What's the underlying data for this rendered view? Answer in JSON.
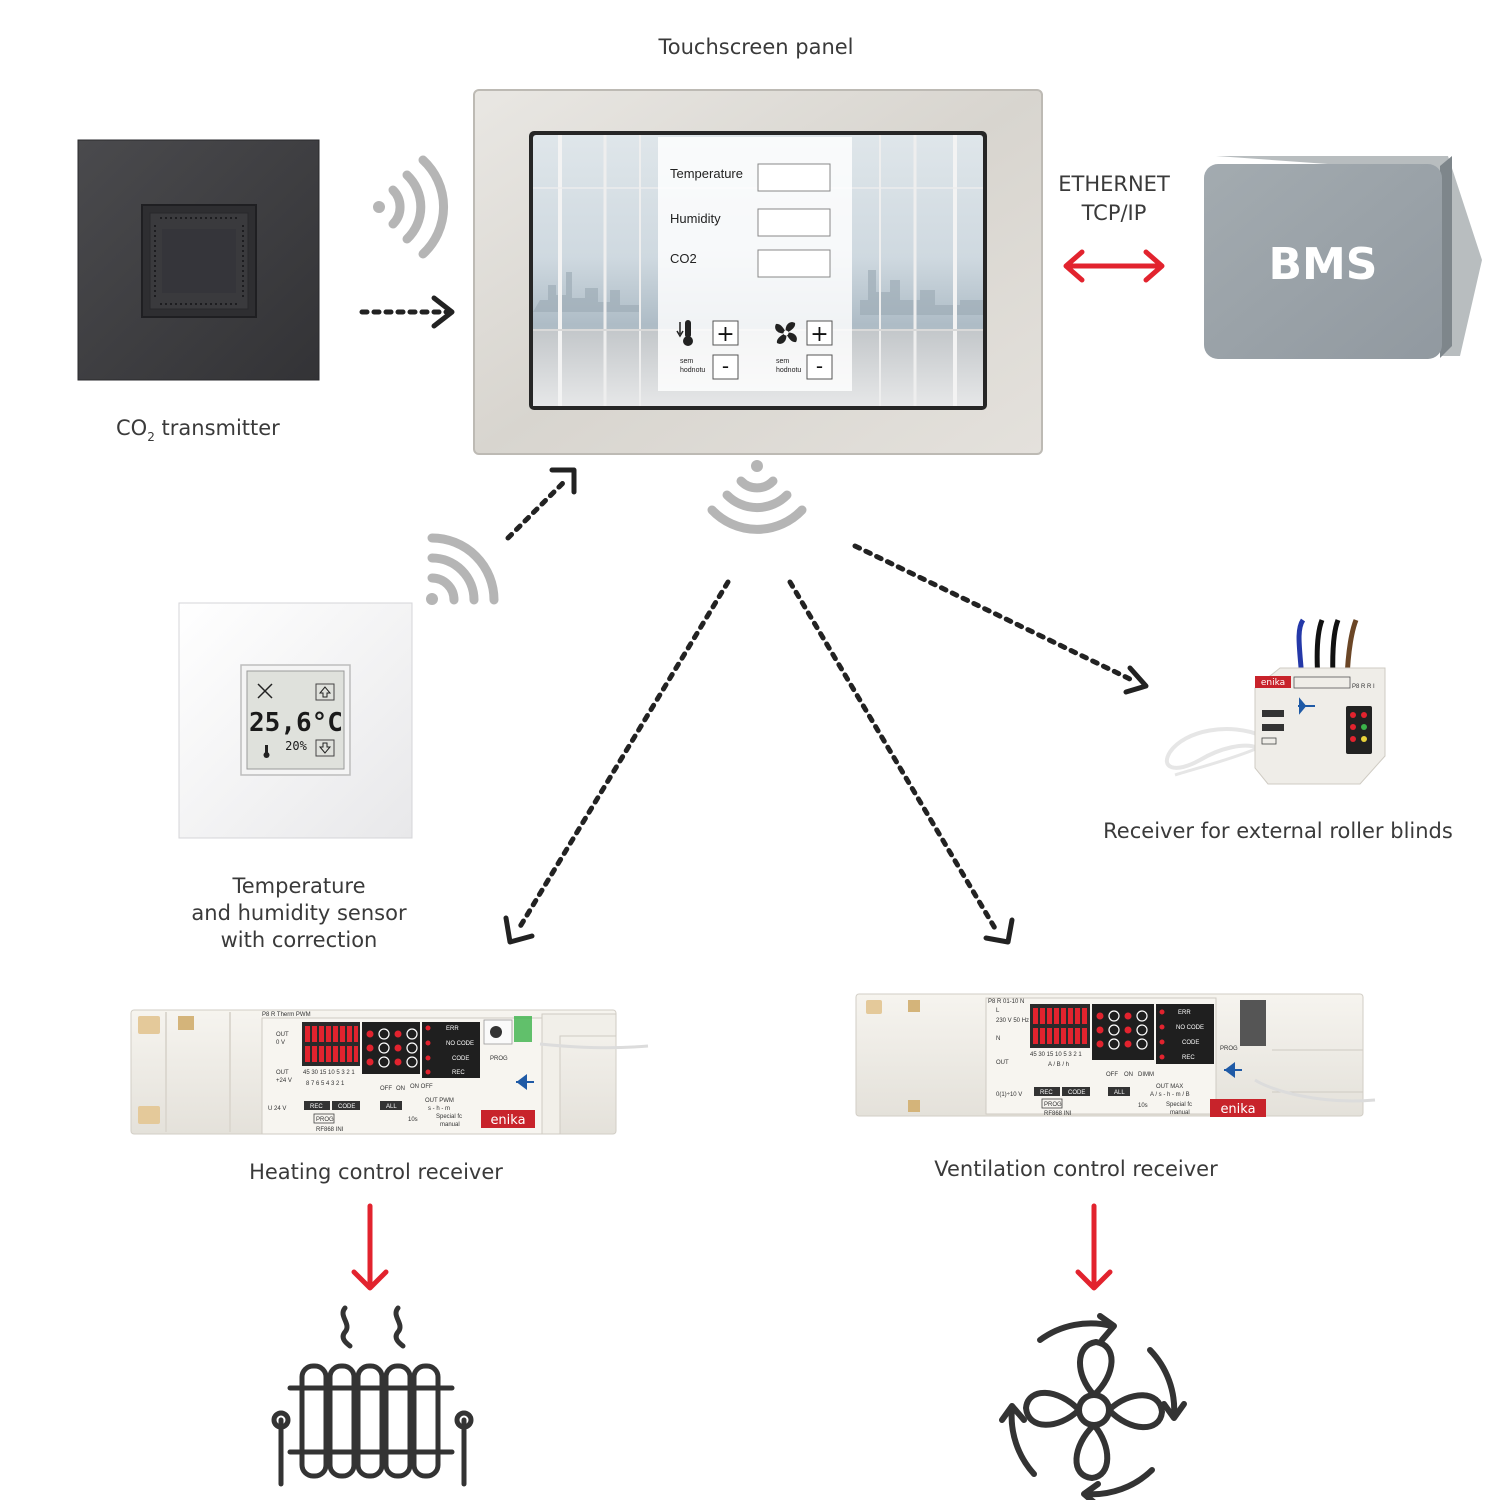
{
  "touchscreen": {
    "caption": "Touchscreen panel",
    "screen": {
      "rows": [
        {
          "label": "Temperature",
          "value": ""
        },
        {
          "label": "Humidity",
          "value": ""
        },
        {
          "label": "CO2",
          "value": ""
        }
      ],
      "plus": "+",
      "minus": "-",
      "hint_line1": "sem",
      "hint_line2": "hodnotu"
    }
  },
  "co2_transmitter": {
    "caption_prefix": "CO",
    "caption_sub": "2",
    "caption_suffix": " transmitter"
  },
  "bms": {
    "label": "BMS",
    "link_line1": "ETHERNET",
    "link_line2": "TCP/IP",
    "link_color": "#e2232e"
  },
  "temp_sensor": {
    "caption_line1": "Temperature",
    "caption_line2": "and humidity sensor",
    "caption_line3": "with correction",
    "display_temp": "25,6°C",
    "display_humidity": "20%"
  },
  "roller_receiver": {
    "caption": "Receiver for external roller blinds",
    "brand": "enika",
    "model": "P8 R R I"
  },
  "heating_receiver": {
    "caption": "Heating control receiver",
    "brand": "enika",
    "model": "P8 R Therm PWM",
    "out_top": "OUT",
    "out_top_v": "0 V",
    "out_mid": "OUT",
    "out_mid_v": "+24 V",
    "supply": "U 24 V",
    "scale_top": "45 30 15 10 5 3 2 1",
    "scale_bottom": "8 7 6 5 4 3 2 1",
    "led_labels": [
      "ERR",
      "NO CODE",
      "CODE",
      "REC"
    ],
    "btn_rec": "REC",
    "btn_code": "CODE",
    "btn_all": "ALL",
    "btn_prog": "PROG",
    "btn_10s": "10s",
    "rf": "RF868 INI",
    "special": "Special fc",
    "manual": "manual",
    "sw_off": "OFF",
    "sw_on": "ON",
    "sw_onoff": "ON OFF",
    "out_pwm": "OUT PWM",
    "time_units": "s - h - m"
  },
  "ventilation_receiver": {
    "caption": "Ventilation control receiver",
    "brand": "enika",
    "model": "P8 R 01-10 N",
    "line_l": "L",
    "supply": "230 V 50 Hz",
    "line_n": "N",
    "out": "OUT",
    "analog": "0(1)÷10 V",
    "scale_top": "45 30 15 10 5 3 2 1",
    "scale_bottom": "A / B / h",
    "led_labels": [
      "ERR",
      "NO CODE",
      "CODE",
      "REC"
    ],
    "btn_rec": "REC",
    "btn_code": "CODE",
    "btn_all": "ALL",
    "btn_prog": "PROG",
    "btn_10s": "10s",
    "rf": "RF868 INI",
    "special": "Special fc",
    "manual": "manual",
    "sw_off": "OFF",
    "sw_on": "ON",
    "sw_dimm": "DIMM",
    "out_max": "OUT MAX",
    "time_units": "A / s - h - m / B"
  },
  "colors": {
    "arrow_dark": "#222222",
    "arrow_red": "#e2232e",
    "wifi": "#b5b5b5",
    "bms_box": "#9ba3a8",
    "bms_box_side": "#7e868b"
  }
}
